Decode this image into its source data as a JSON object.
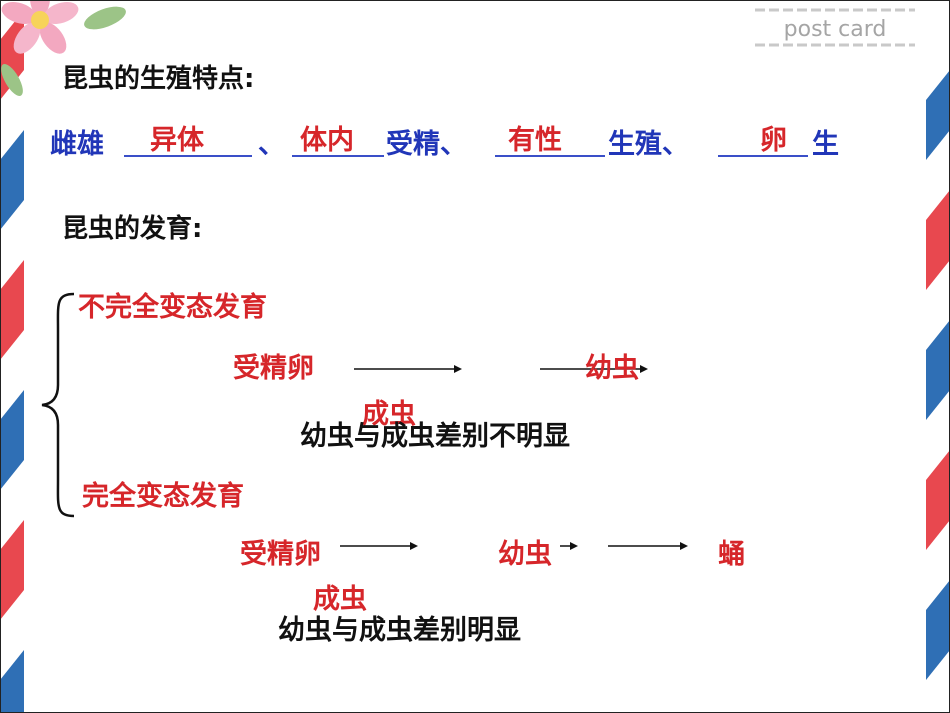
{
  "decor": {
    "postcard_text": "post card",
    "left_stripe_colors": [
      "#e8484f",
      "#2f6fb5"
    ],
    "flower_color": "#f3a8c0"
  },
  "heading_reproduction": "昆虫的生殖特点:",
  "reproduction_line": {
    "prefix": "雌雄",
    "blank1": "异体",
    "sep1": "、",
    "blank2": "体内",
    "after2": "受精、",
    "blank3": "有性",
    "after3": "生殖、",
    "blank4": "卵",
    "after4": "生"
  },
  "heading_development": "昆虫的发育:",
  "incomplete": {
    "title": "不完全变态发育",
    "stage1": "受精卵",
    "stage2": "幼虫",
    "stage3": "成虫",
    "note": "幼虫与成虫差别不明显"
  },
  "complete": {
    "title": "完全变态发育",
    "stage1": "受精卵",
    "stage2": "幼虫",
    "stage3": "蛹",
    "stage4": "成虫",
    "note": "幼虫与成虫差别明显"
  },
  "colors": {
    "answer_red": "#d6262a",
    "body_blue": "#2136b8",
    "text_black": "#111111"
  }
}
